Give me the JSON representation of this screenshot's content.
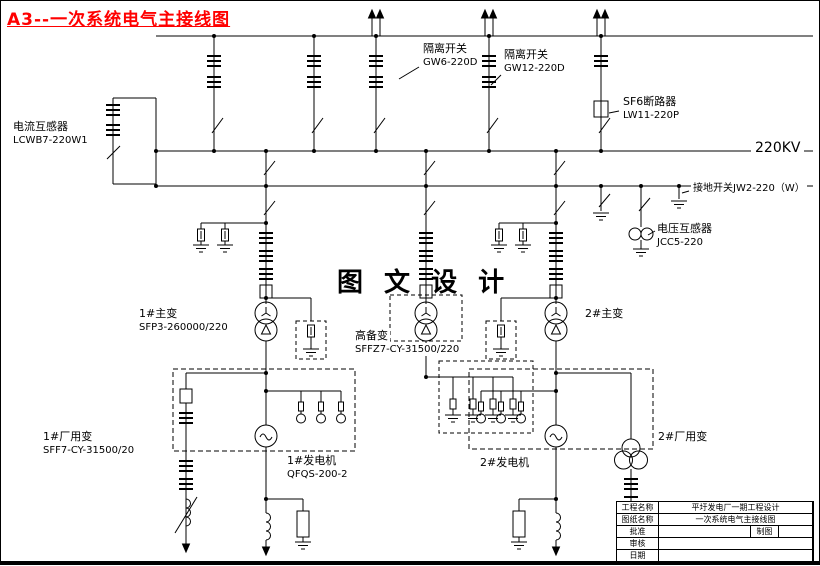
{
  "page": {
    "title": "A3--一次系统电气主接线图",
    "watermark": "图 文 设 计",
    "bus_voltage": "220KV"
  },
  "labels": {
    "current_transformer_1": "电流互感器",
    "current_transformer_2": "LCWB7-220W1",
    "isolator_1_line1": "隔离开关",
    "isolator_1_line2": "GW6-220D",
    "isolator_2_line1": "隔离开关",
    "isolator_2_line2": "GW12-220D",
    "sf6_breaker_line1": "SF6断路器",
    "sf6_breaker_line2": "LW11-220P",
    "ground_switch": "接地开关JW2-220（W）",
    "voltage_transformer_line1": "电压互感器",
    "voltage_transformer_line2": "JCC5-220",
    "main_transformer_1_line1": "1#主变",
    "main_transformer_1_line2": "SFP3-260000/220",
    "main_transformer_2": "2#主变",
    "standby_transformer_line1": "高备变",
    "standby_transformer_line2": "SFFZ7-CY-31500/220",
    "plant_transformer_1_line1": "1#厂用变",
    "plant_transformer_1_line2": "SFF7-CY-31500/20",
    "plant_transformer_2": "2#厂用变",
    "generator_1_line1": "1#发电机",
    "generator_1_line2": "QFQS-200-2",
    "generator_2": "2#发电机"
  },
  "title_block": {
    "project_label": "工程名称",
    "project_value": "平圩发电厂一期工程设计",
    "drawing_label": "图纸名称",
    "drawing_value": "一次系统电气主接线图",
    "approve_label": "批准",
    "draft_label": "制图",
    "review_label": "审核",
    "date_label": "日期"
  }
}
